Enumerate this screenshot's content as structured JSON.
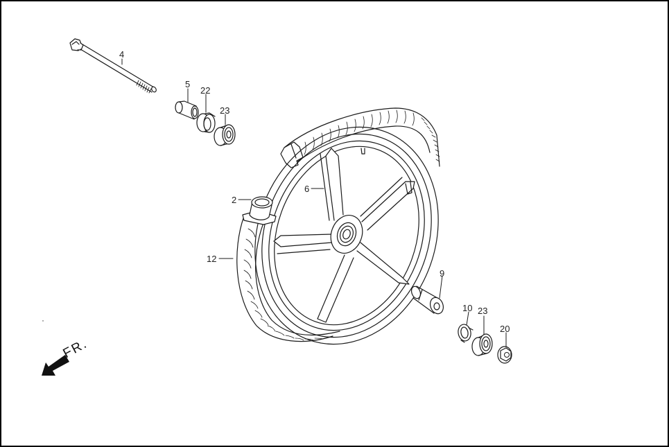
{
  "diagram": {
    "type": "exploded-parts-view",
    "subject": "front wheel assembly",
    "direction_indicator": {
      "label": "FR.",
      "icon": "arrow-down-left-icon"
    },
    "callouts": [
      {
        "id": "4",
        "label": "4",
        "part": "axle-bolt"
      },
      {
        "id": "5",
        "label": "5",
        "part": "collar"
      },
      {
        "id": "22",
        "label": "22",
        "part": "dust-seal"
      },
      {
        "id": "23a",
        "label": "23",
        "part": "bearing-left"
      },
      {
        "id": "6",
        "label": "6",
        "part": "cast-wheel-rim"
      },
      {
        "id": "2",
        "label": "2",
        "part": "tube-valve"
      },
      {
        "id": "12",
        "label": "12",
        "part": "tire"
      },
      {
        "id": "9",
        "label": "9",
        "part": "distance-collar"
      },
      {
        "id": "10",
        "label": "10",
        "part": "retainer-clip"
      },
      {
        "id": "23b",
        "label": "23",
        "part": "bearing-right"
      },
      {
        "id": "20",
        "label": "20",
        "part": "axle-nut"
      }
    ],
    "colors": {
      "line": "#1a1a1a",
      "background": "#ffffff",
      "border": "#000000"
    }
  }
}
